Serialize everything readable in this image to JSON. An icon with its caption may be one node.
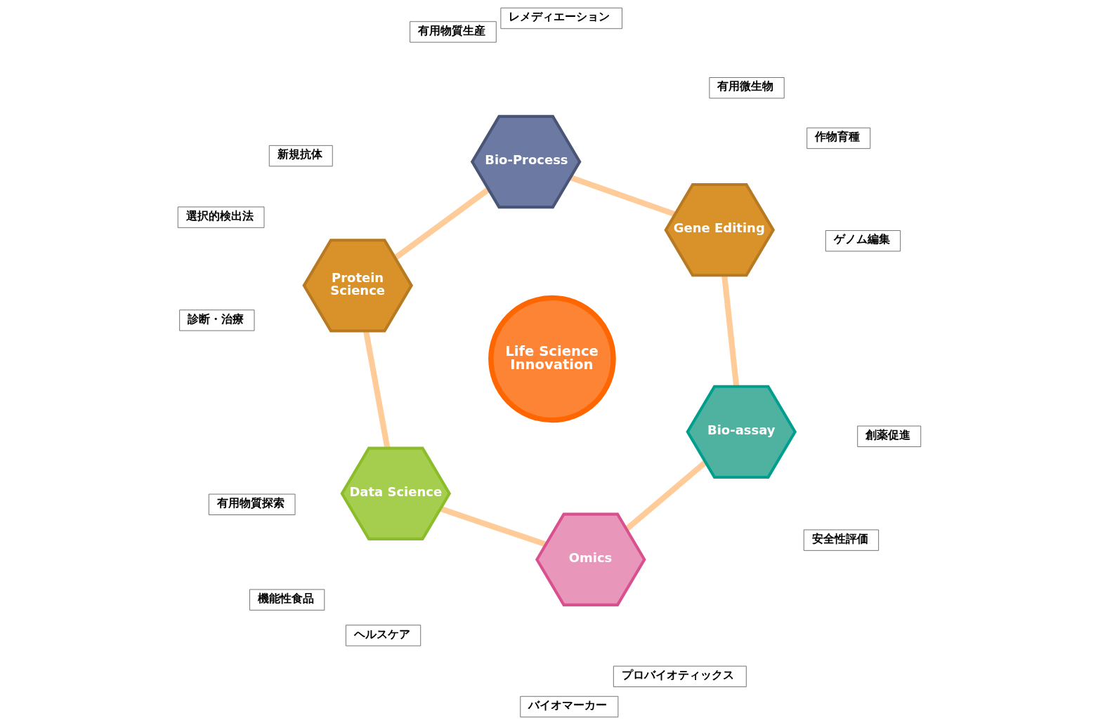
{
  "diagram": {
    "nodes": [
      {
        "text": [
          "Omics"
        ]
      },
      {
        "text": [
          "プロバイオティックス"
        ]
      },
      {
        "text": [
          "バイオマーカー"
        ]
      },
      {
        "text": [
          "有用物質探索"
        ]
      },
      {
        "text": [
          "創薬促進"
        ]
      },
      {
        "text": [
          "Data Science"
        ]
      },
      {
        "text": [
          "機能性食品"
        ]
      },
      {
        "text": [
          "安全性評価"
        ]
      },
      {
        "text": [
          "Bio-assay"
        ]
      },
      {
        "text": [
          "ヘルスケア"
        ]
      },
      {
        "text": [
          "Life Science Innovation"
        ]
      },
      {
        "text": [
          "診断・治療"
        ]
      },
      {
        "text": [
          "作物育種"
        ]
      },
      {
        "text": [
          "Protein Science"
        ]
      },
      {
        "text": [
          "Gene Editing"
        ]
      },
      {
        "text": [
          "ゲノム編集"
        ]
      },
      {
        "text": [
          "新規抗体"
        ]
      },
      {
        "text": [
          "有用微生物"
        ]
      },
      {
        "text": [
          "選択的検出法"
        ]
      },
      {
        "text": [
          "Bio-Process"
        ]
      },
      {
        "text": [
          "レメディエーション"
        ]
      },
      {
        "text": [
          "有用物質生産"
        ]
      }
    ],
    "edges": [
      {
        "from": 0,
        "to": 8,
        "arrow": "none"
      },
      {
        "from": 8,
        "to": 14,
        "arrow": "none"
      },
      {
        "from": 14,
        "to": 19,
        "arrow": "none"
      },
      {
        "from": 19,
        "to": 13,
        "arrow": "none"
      },
      {
        "from": 13,
        "to": 5,
        "arrow": "none"
      },
      {
        "from": 5,
        "to": 0,
        "arrow": "none"
      }
    ]
  }
}
